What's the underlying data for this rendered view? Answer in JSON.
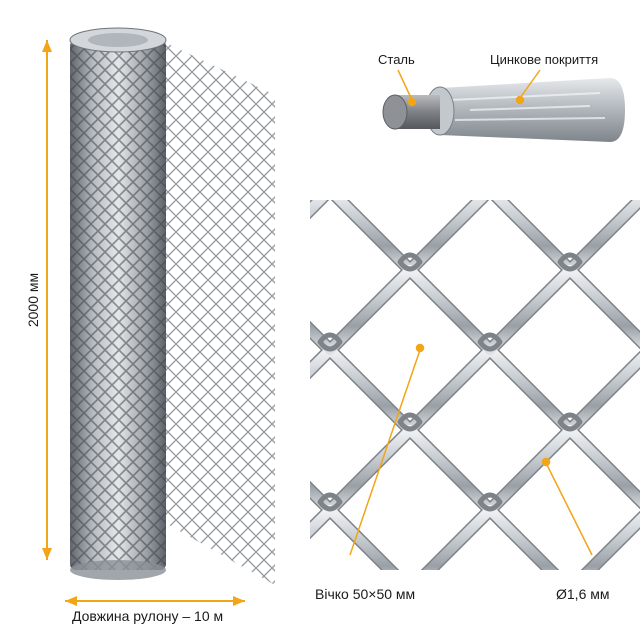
{
  "colors": {
    "accent": "#f2a516",
    "steel_light": "#d9dde1",
    "steel_mid": "#a7adb3",
    "steel_dark": "#6e747a",
    "core": "#8a8e92"
  },
  "labels": {
    "height": "2000 мм",
    "roll_length": "Довжина рулону – 10 м",
    "steel": "Сталь",
    "zinc_coating": "Цинкове покриття",
    "mesh_cell": "Вічко 50×50 мм",
    "wire_diameter": "Ø1,6 мм"
  }
}
